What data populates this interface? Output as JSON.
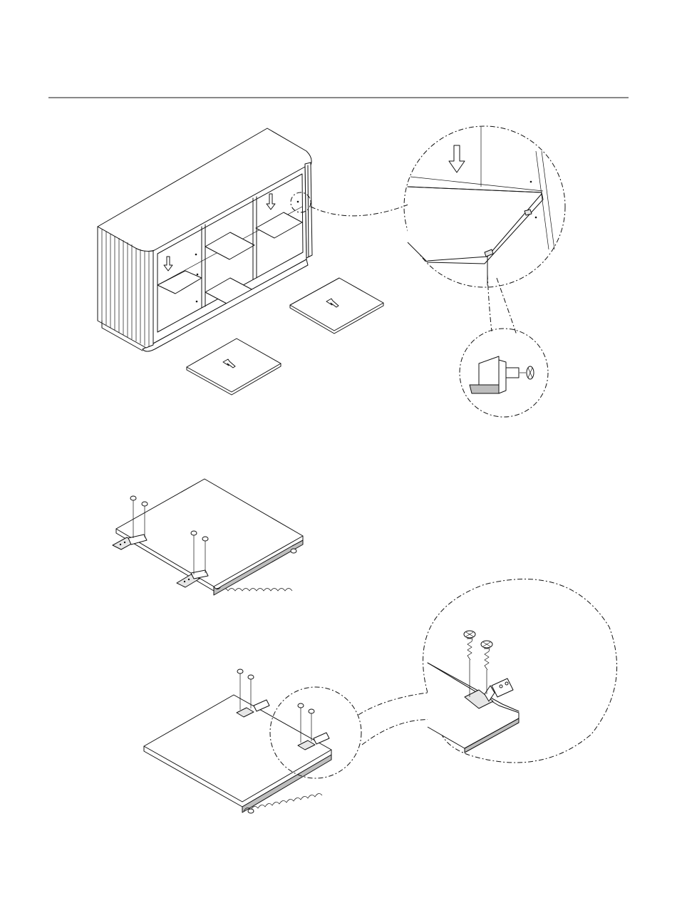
{
  "page": {
    "background": "#ffffff",
    "line_color": "#111111"
  },
  "figures": [
    {
      "id": "step-a",
      "depicts": "sideboard-shelf-insertion"
    },
    {
      "id": "step-b",
      "depicts": "leg-bracket-attachment"
    },
    {
      "id": "step-c",
      "depicts": "bracket-screw-detail"
    }
  ],
  "icons": [
    "arrow-down-icon",
    "arrow-diagonal-icon",
    "screw-icon",
    "shelf-pin-icon",
    "bracket-icon"
  ]
}
